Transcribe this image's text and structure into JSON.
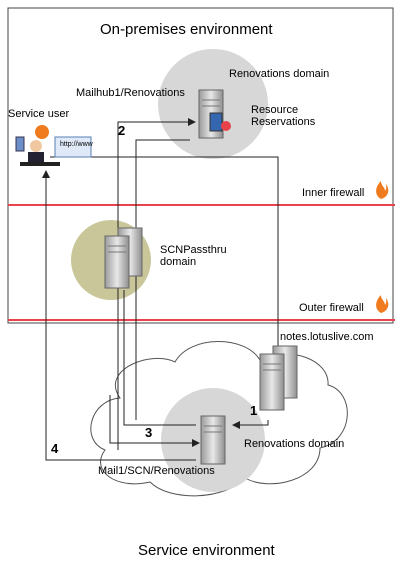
{
  "diagram": {
    "on_premises_title": "On-premises environment",
    "service_env_title": "Service environment",
    "inner_firewall": "Inner firewall",
    "outer_firewall": "Outer firewall",
    "renovations_domain_top": "Renovations domain",
    "mailhub_label": "Mailhub1/Renovations",
    "resource_reservations": "Resource Reservations",
    "service_user": "Service user",
    "browser_text": "http://www",
    "scn_passthru": "SCNPassthru domain",
    "notes_host": "notes.lotuslive.com",
    "renovations_domain_bottom": "Renovations domain",
    "mail1_label": "Mail1/SCN/Renovations",
    "step1": "1",
    "step2": "2",
    "step3": "3",
    "step4": "4"
  },
  "colors": {
    "firewall_line": "#e8434b",
    "domain_circle": "#d7d7d7",
    "scn_circle": "#c9c79a",
    "flame": "#f07a1e"
  }
}
